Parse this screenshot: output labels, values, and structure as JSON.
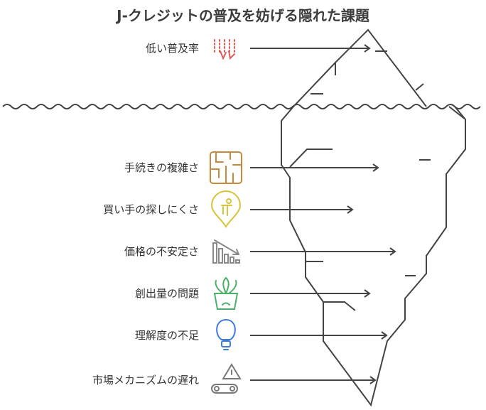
{
  "title": "J-クレジットの普及を妨げる隠れた課題",
  "visible_issue": {
    "label": "低い普及率",
    "icon": "falling-chart-icon",
    "color": "#e05a5a"
  },
  "hidden_issues": [
    {
      "label": "手続きの複雑さ",
      "icon": "maze-icon",
      "color": "#c8893c"
    },
    {
      "label": "買い手の探しにくさ",
      "icon": "person-search-pin-icon",
      "color": "#d6c53a"
    },
    {
      "label": "価格の不安定さ",
      "icon": "declining-bars-icon",
      "color": "#8a8a8a"
    },
    {
      "label": "創出量の問題",
      "icon": "plant-pot-icon",
      "color": "#4caf6a"
    },
    {
      "label": "理解度の不足",
      "icon": "lightbulb-icon",
      "color": "#3b7dd8"
    },
    {
      "label": "市場メカニズムの遅れ",
      "icon": "warning-chain-icon",
      "color": "#7a7a7a"
    }
  ]
}
